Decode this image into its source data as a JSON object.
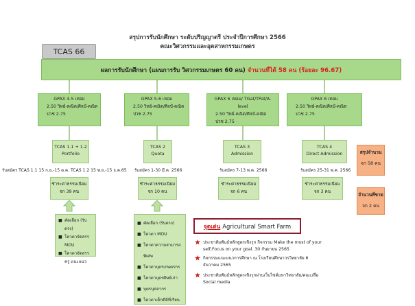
{
  "header": {
    "title": "สรุปการรับนักศึกษา ระดับปริญญาตรี ประจำปีการศึกษา 2566",
    "subtitle": "คณะวิศวกรรมและอุตสาหกรรมเกษตร"
  },
  "tcas_label": "TCAS 66",
  "banner": {
    "text": "ผลการรับนักศึกษา (แผนการรับ วิศวกรรมเกษตร 60 คน)",
    "highlight": "จำนวนที่ได้ 58 คน (ร้อยละ 96.67)"
  },
  "columns": [
    {
      "gpax_title": "GPAX 4-5 เทอม",
      "gpax_line1": "2.50 วิทย์-คณิต/ศิลป์-คณิต",
      "gpax_line2": "ปวช 2.75",
      "round_name": "TCAS 1.1 + 1.2",
      "round_sub": "Portfolio",
      "registration": "รับสมัคร TCAS 1.1 15 ก.ย.-15 ต.ค. TCAS 1.2 15 พ.ย.-15 ธ.ค.65",
      "pay_label": "ชำระค่าธรรมเนียม",
      "pay_count": "จก 39 คน"
    },
    {
      "gpax_title": "GPAX 5-6 เทอม",
      "gpax_line1": "2.50 วิทย์-คณิต/ศิลป์-คณิต",
      "gpax_line2": "ปวช 2.75",
      "round_name": "TCAS 2",
      "round_sub": "Quota",
      "registration": "รับสมัคร 1-30 มี.ค. 2566",
      "pay_label": "ชำระค่าธรรมเนียม",
      "pay_count": "จก 10 คน"
    },
    {
      "gpax_title": "GPAX 6 เทอม/ TGat/TPat/A-level",
      "gpax_line1": "2.50 วิทย์-คณิต/ศิลป์-คณิต",
      "gpax_line2": "ปวช 2.75",
      "round_name": "TCAS 3",
      "round_sub": "Admission",
      "registration": "รับสมัคร 7-13 พ.ค. 2566",
      "pay_label": "ชำระค่าธรรมเนียม",
      "pay_count": "จก 6 คน"
    },
    {
      "gpax_title": "GPAX 6 เทอม",
      "gpax_line1": "2.50 วิทย์-คณิต/ศิลป์-คณิต",
      "gpax_line2": "ปวช 2.75",
      "round_name": "TCAS 4",
      "round_sub": "Direct Admission",
      "registration": "รับสมัคร 25-31 พ.ค. 2566",
      "pay_label": "ชำระค่าธรรมเนียม",
      "pay_count": "จก 3 คน"
    }
  ],
  "list1": [
    "คัดเลือก (รับตรง)",
    "โควตาจัดสรร MOU",
    "โควตาจัดสรรครู แนะแนว"
  ],
  "list2": [
    "คัดเลือก (รับตรง)",
    "โควตา MOU",
    "โควตาความสามารถพิเศษ",
    "โควตาบุตรเกษตรกร",
    "โควตาบุตรศิษย์เก่า",
    "บุตรบุคลากร",
    "โควตาเด็กดีมีที่เรียน"
  ],
  "summary": {
    "label": "สรุปจำนวน",
    "value": "จก 58 คน"
  },
  "vacant": {
    "label": "จำนวนที่ขาด",
    "value": "จก 2 คน"
  },
  "highlight": {
    "title_red": "จุดเด่น",
    "title_rest": "Agricultural Smart Farm",
    "items": [
      "ประชาสัมพันธ์หลักสูตรเชิงรุก กิจกรรม Make the most of your self;Focus on your goal. 30 กันยายน 2565",
      "กิจกรรมแนะแนวการศึกษา ณ โรงเรียนศึกษาวรวิทยาลัย 6 ธันวาคม 2565",
      "ประชาสัมพันธ์หลักสูตรเชิงรุกผ่านเว็บไซต์มหาวิทยาลัย/คณะ/สื่อ Social media"
    ]
  },
  "colors": {
    "box_green": "#a8d88a",
    "box_light_green": "#cde8b5",
    "orange": "#f6b184",
    "accent_red": "#d62020",
    "highlight_border": "#8b1a2b"
  }
}
